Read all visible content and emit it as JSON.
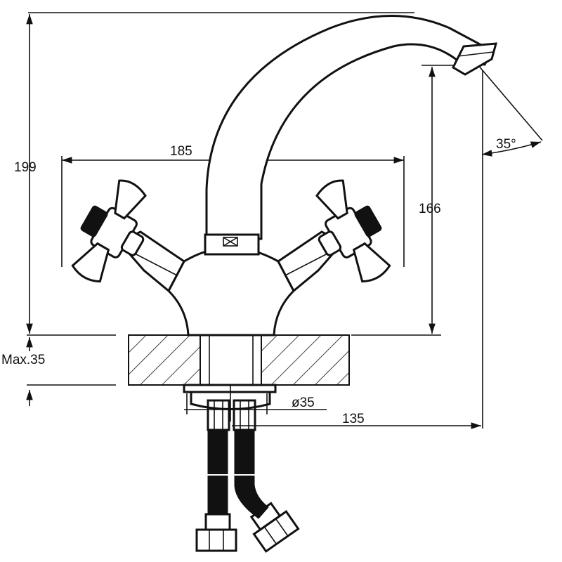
{
  "drawing": {
    "dimensions": {
      "total_height": "199",
      "handle_span": "185",
      "spout_height": "166",
      "spout_angle": "35°",
      "max_thickness": "Max.35",
      "hole_diameter": "ø35",
      "spout_reach": "135"
    },
    "colors": {
      "line": "#111111",
      "background": "#ffffff"
    }
  }
}
